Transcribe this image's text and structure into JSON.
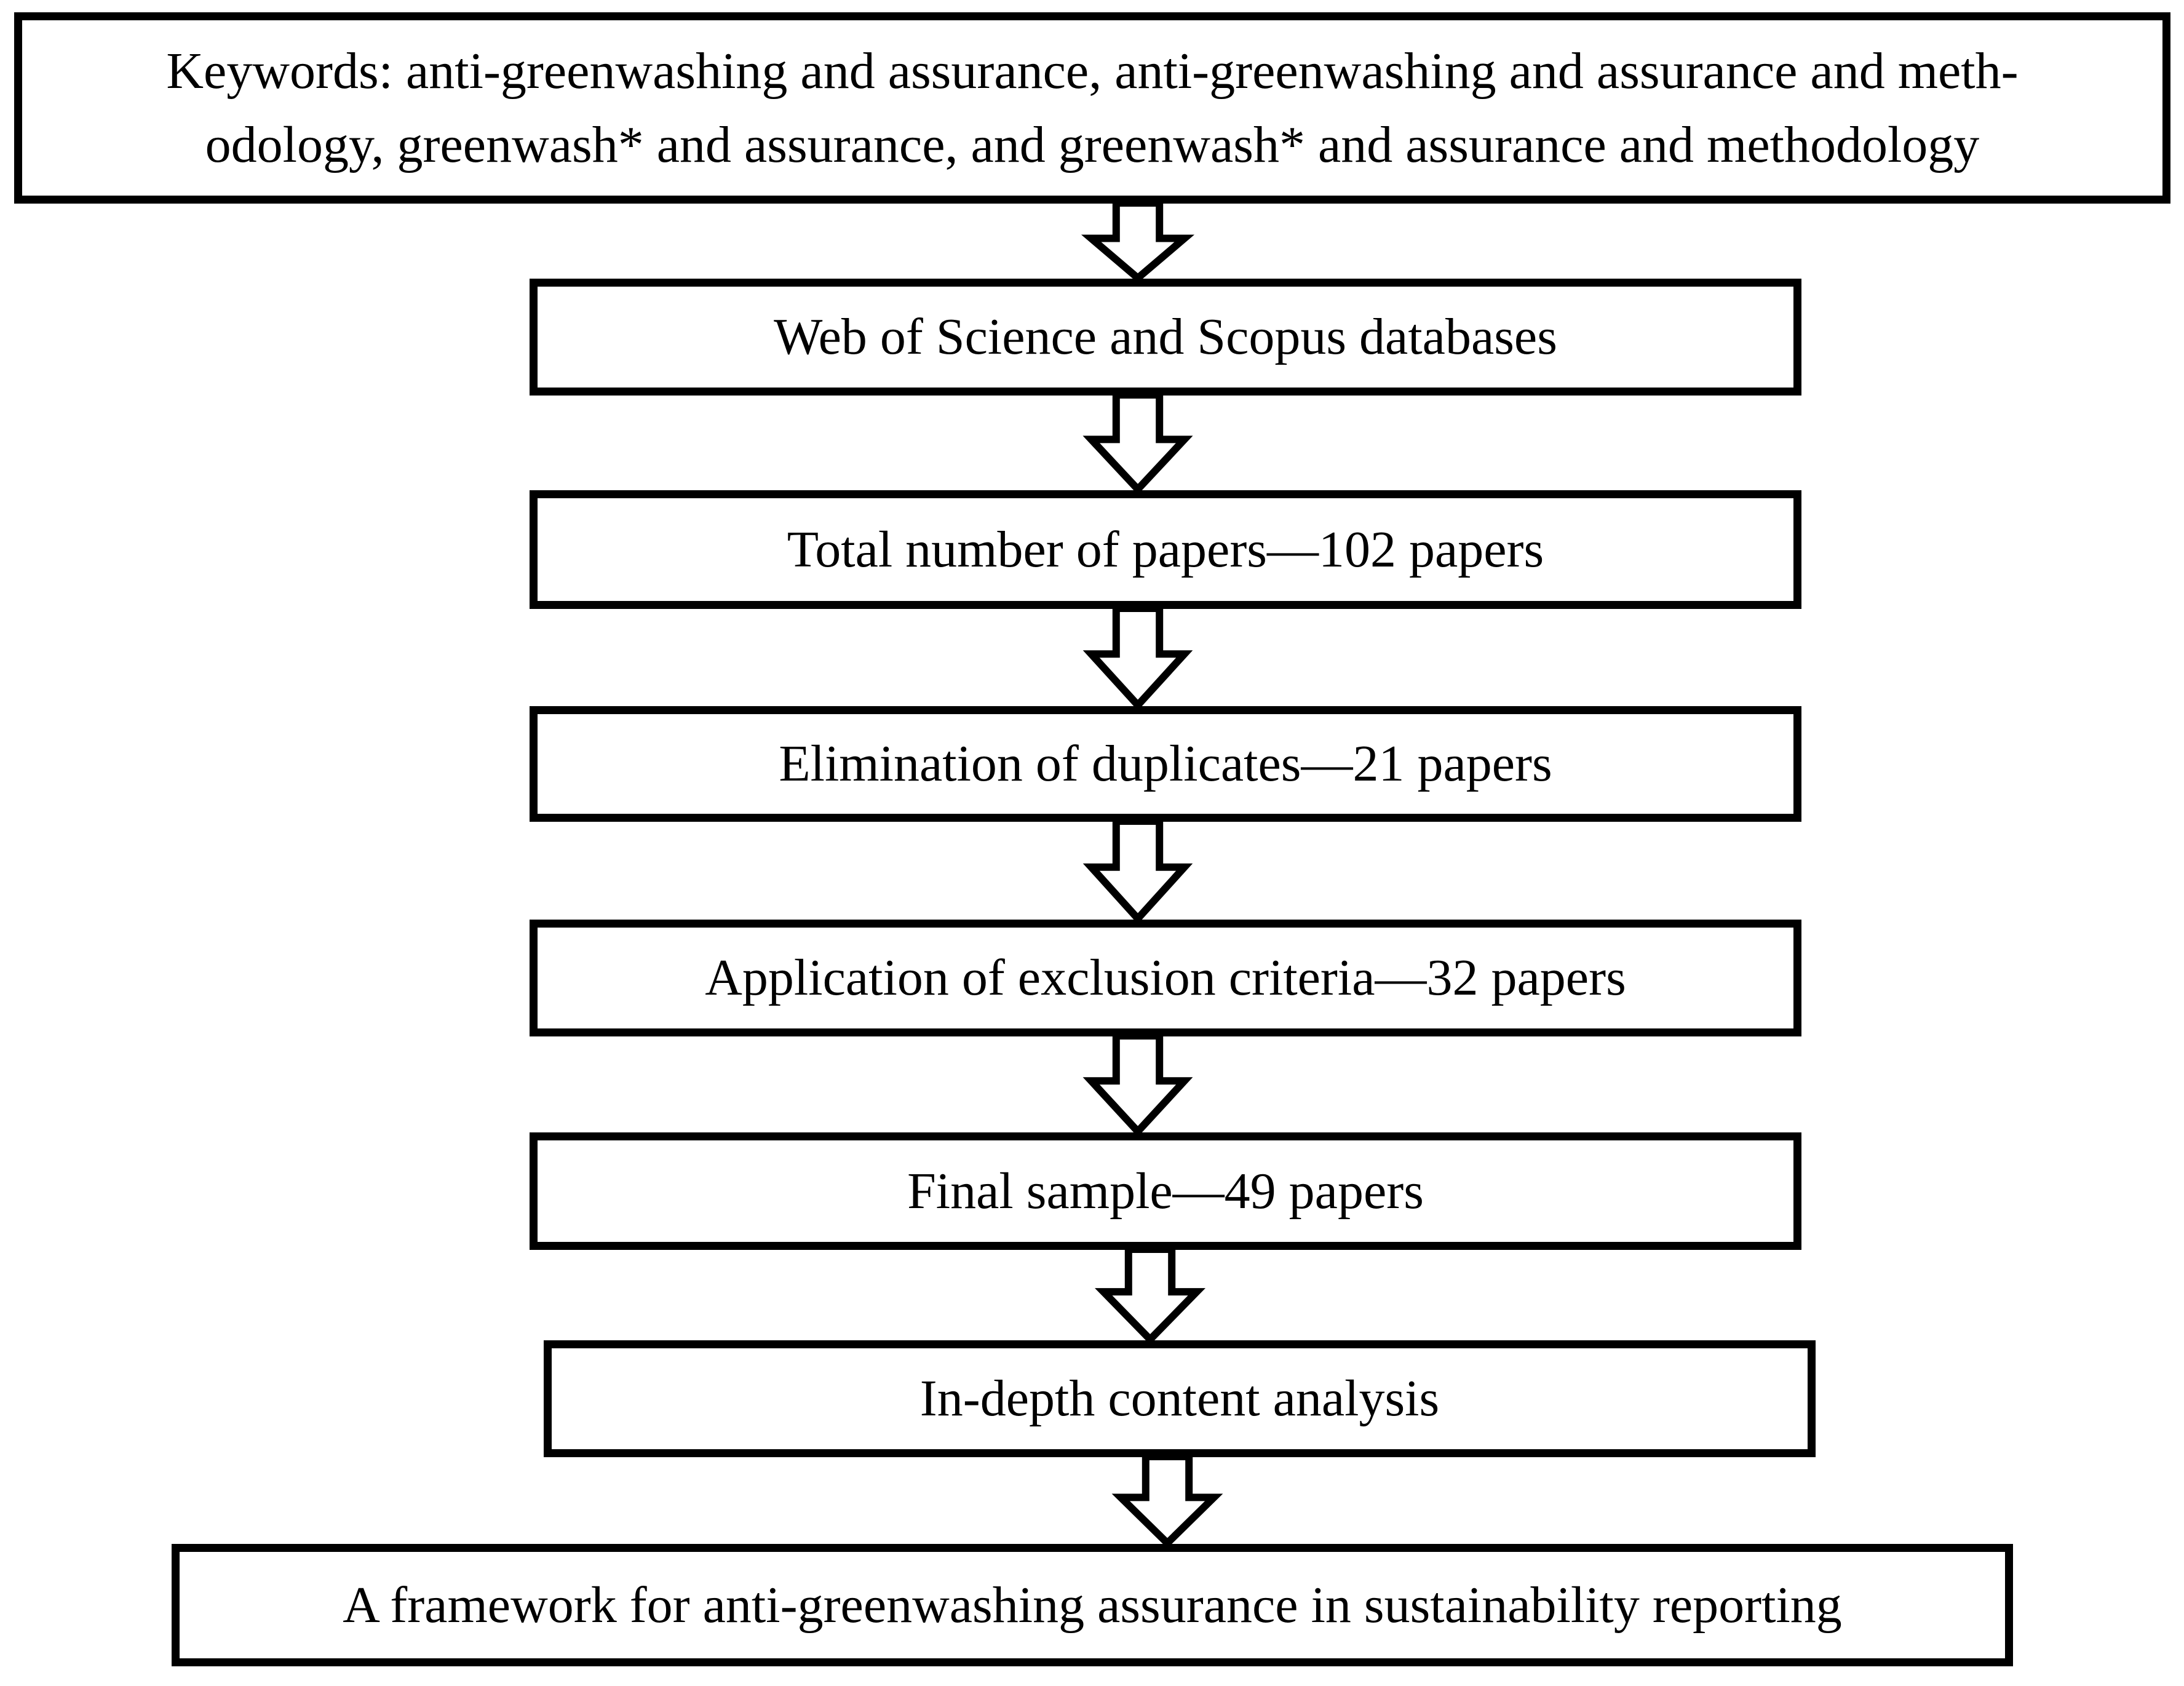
{
  "figure": {
    "colors": {
      "background": "#ffffff",
      "ink": "#000000"
    },
    "keywords_box": {
      "line1": "Keywords: anti-greenwashing and assurance, anti-greenwashing and assurance and meth-",
      "line2": "odology, greenwash* and assurance, and greenwash* and assurance and methodology"
    },
    "steps": [
      "Web of Science and Scopus databases",
      "Total number of papers—102 papers",
      "Elimination of duplicates—21 papers",
      "Application of exclusion criteria—32 papers",
      "Final sample—49 papers",
      "In-depth content analysis"
    ],
    "outcome_box": "A framework for anti-greenwashing assurance in sustainability reporting",
    "arrow_glyph": "down-block-arrow"
  }
}
